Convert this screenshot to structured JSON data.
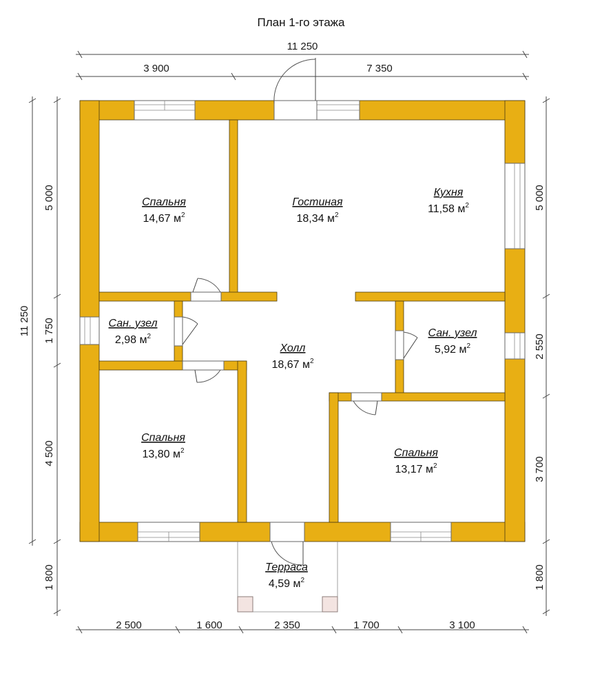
{
  "title": "План 1-го этажа",
  "dimensions": {
    "top_total": "11 250",
    "top_left": "3 900",
    "top_right": "7 350",
    "left_total": "11 250",
    "left_1": "5 000",
    "left_2": "1 750",
    "left_3": "4 500",
    "left_4": "1 800",
    "right_1": "5 000",
    "right_2": "2 550",
    "right_3": "3 700",
    "right_4": "1 800",
    "bottom_1": "2 500",
    "bottom_2": "1 600",
    "bottom_3": "2 350",
    "bottom_4": "1 700",
    "bottom_5": "3 100"
  },
  "rooms": {
    "bedroom_nw": {
      "name": "Спальня",
      "area": "14,67 м",
      "sup": "2"
    },
    "living": {
      "name": "Гостиная",
      "area": "18,34 м",
      "sup": "2"
    },
    "kitchen": {
      "name": "Кухня",
      "area": "11,58 м",
      "sup": "2"
    },
    "wc_left": {
      "name": "Сан. узел",
      "area": "2,98 м",
      "sup": "2"
    },
    "hall": {
      "name": "Холл",
      "area": "18,67 м",
      "sup": "2"
    },
    "wc_right": {
      "name": "Сан. узел",
      "area": "5,92 м",
      "sup": "2"
    },
    "bedroom_sw": {
      "name": "Спальня",
      "area": "13,80 м",
      "sup": "2"
    },
    "bedroom_se": {
      "name": "Спальня",
      "area": "13,17 м",
      "sup": "2"
    },
    "terrace": {
      "name": "Терраса",
      "area": "4,59 м",
      "sup": "2"
    }
  },
  "colors": {
    "wall": "#E8AF14",
    "background": "#FFFFFF",
    "post": "#F3E4E1"
  }
}
